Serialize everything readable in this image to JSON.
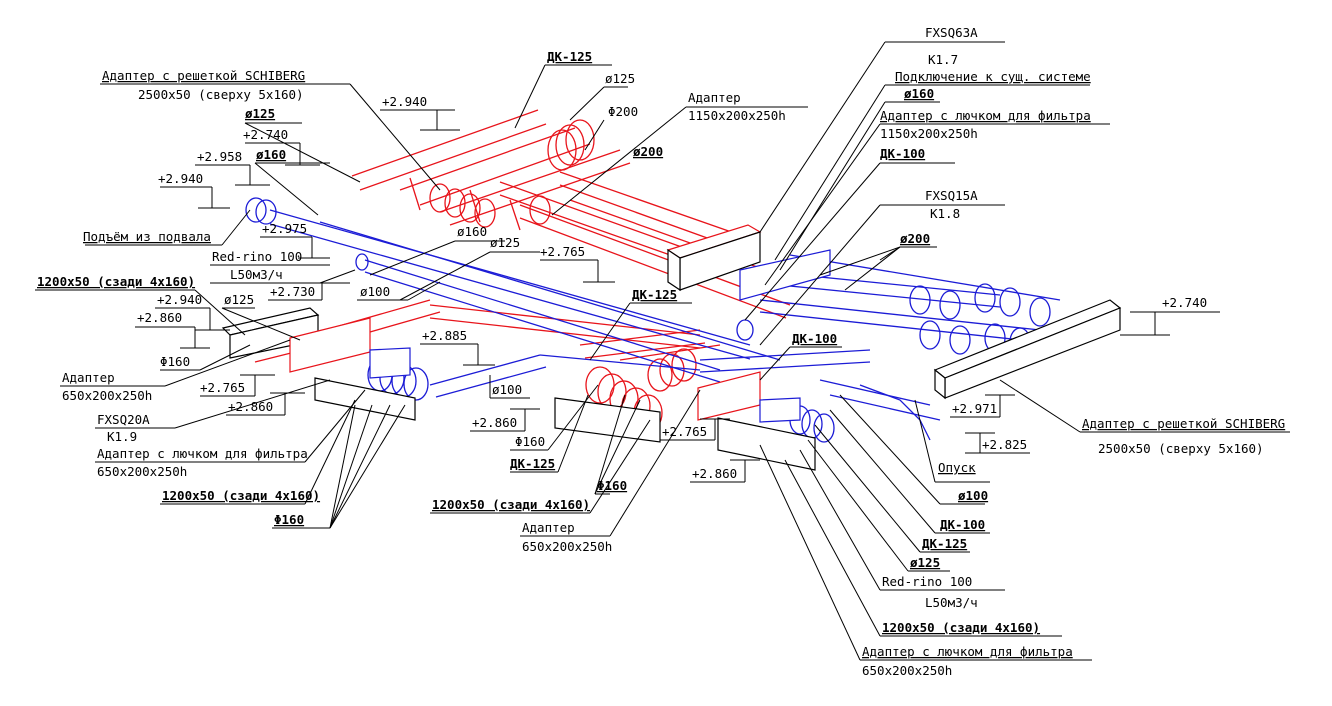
{
  "colors": {
    "supply": "#e8141b",
    "exhaust": "#1c1cd6",
    "ink": "#000000",
    "background": "#ffffff"
  },
  "labels": [
    {
      "id": "a1",
      "text": "Адаптер с решеткой SCHIBERG",
      "bold": false,
      "underline": true
    },
    {
      "id": "a2",
      "text": "2500x50 (сверху 5x160)",
      "bold": false,
      "underline": false
    },
    {
      "id": "a3",
      "text": "ДК-125",
      "bold": true,
      "underline": true
    },
    {
      "id": "a4",
      "text": "ø125",
      "bold": false,
      "underline": false
    },
    {
      "id": "a5",
      "text": "Φ200",
      "bold": false,
      "underline": false
    },
    {
      "id": "a6",
      "text": "Адаптер",
      "bold": false,
      "underline": false
    },
    {
      "id": "a7",
      "text": "1150x200x250h",
      "bold": false,
      "underline": false
    },
    {
      "id": "a8",
      "text": "FXSQ63A",
      "bold": false,
      "underline": false
    },
    {
      "id": "a9",
      "text": "К1.7",
      "bold": false,
      "underline": false
    },
    {
      "id": "a10",
      "text": "Подключение к сущ. системе",
      "bold": false,
      "underline": true
    },
    {
      "id": "a11",
      "text": "ø160",
      "bold": true,
      "underline": true
    },
    {
      "id": "a12",
      "text": "Адаптер с лючком для фильтра",
      "bold": false,
      "underline": true
    },
    {
      "id": "a13",
      "text": "1150x200x250h",
      "bold": false,
      "underline": false
    },
    {
      "id": "a14",
      "text": "ДК-100",
      "bold": true,
      "underline": true
    },
    {
      "id": "a15",
      "text": "FXSQ15A",
      "bold": false,
      "underline": false
    },
    {
      "id": "a16",
      "text": "К1.8",
      "bold": false,
      "underline": false
    },
    {
      "id": "a17",
      "text": "ø200",
      "bold": true,
      "underline": true
    },
    {
      "id": "a18",
      "text": "+2.740",
      "bold": false,
      "underline": false
    },
    {
      "id": "a19",
      "text": "+2.940",
      "bold": false,
      "underline": false
    },
    {
      "id": "a20",
      "text": "ø125",
      "bold": true,
      "underline": true
    },
    {
      "id": "a21",
      "text": "+2.740",
      "bold": false,
      "underline": false
    },
    {
      "id": "a22",
      "text": "+2.958",
      "bold": false,
      "underline": false
    },
    {
      "id": "a23",
      "text": "ø160",
      "bold": true,
      "underline": true
    },
    {
      "id": "a24",
      "text": "+2.940",
      "bold": false,
      "underline": false
    },
    {
      "id": "a25",
      "text": "ø200",
      "bold": true,
      "underline": true
    },
    {
      "id": "a26",
      "text": "Подъём из подвала",
      "bold": false,
      "underline": true
    },
    {
      "id": "a27",
      "text": "+2.975",
      "bold": false,
      "underline": false
    },
    {
      "id": "a28",
      "text": "ø160",
      "bold": false,
      "underline": false
    },
    {
      "id": "a29",
      "text": "ø125",
      "bold": false,
      "underline": false
    },
    {
      "id": "a30",
      "text": "+2.765",
      "bold": false,
      "underline": false
    },
    {
      "id": "a31",
      "text": "Red-rino  100",
      "bold": false,
      "underline": false
    },
    {
      "id": "a32",
      "text": "L50м3/ч",
      "bold": false,
      "underline": false
    },
    {
      "id": "a33",
      "text": "+2.730",
      "bold": false,
      "underline": false
    },
    {
      "id": "a34",
      "text": "ø100",
      "bold": false,
      "underline": false
    },
    {
      "id": "a35",
      "text": "1200x50 (сзади 4x160)",
      "bold": true,
      "underline": true
    },
    {
      "id": "a36",
      "text": "+2.940",
      "bold": false,
      "underline": false
    },
    {
      "id": "a37",
      "text": "ø125",
      "bold": false,
      "underline": false
    },
    {
      "id": "a38",
      "text": "+2.860",
      "bold": false,
      "underline": false
    },
    {
      "id": "a39",
      "text": "Φ160",
      "bold": false,
      "underline": false
    },
    {
      "id": "a40",
      "text": "ДК-125",
      "bold": true,
      "underline": true
    },
    {
      "id": "a41",
      "text": "+2.885",
      "bold": false,
      "underline": false
    },
    {
      "id": "a42",
      "text": "ДК-100",
      "bold": true,
      "underline": true
    },
    {
      "id": "a43",
      "text": "Адаптер",
      "bold": false,
      "underline": false
    },
    {
      "id": "a44",
      "text": "650x200x250h",
      "bold": false,
      "underline": false
    },
    {
      "id": "a45",
      "text": "+2.765",
      "bold": false,
      "underline": false
    },
    {
      "id": "a46",
      "text": "+2.860",
      "bold": false,
      "underline": false
    },
    {
      "id": "a47",
      "text": "ø100",
      "bold": false,
      "underline": false
    },
    {
      "id": "a48",
      "text": "FXSQ20A",
      "bold": false,
      "underline": false
    },
    {
      "id": "a49",
      "text": "К1.9",
      "bold": false,
      "underline": false
    },
    {
      "id": "a50",
      "text": "+2.860",
      "bold": false,
      "underline": false
    },
    {
      "id": "a51",
      "text": "Адаптер с лючком для фильтра",
      "bold": false,
      "underline": false
    },
    {
      "id": "a52",
      "text": "650x200x250h",
      "bold": false,
      "underline": false
    },
    {
      "id": "a53",
      "text": "Φ160",
      "bold": false,
      "underline": false
    },
    {
      "id": "a54",
      "text": "ДК-125",
      "bold": true,
      "underline": true
    },
    {
      "id": "a55",
      "text": "+2.765",
      "bold": false,
      "underline": false
    },
    {
      "id": "a56",
      "text": "+2.971",
      "bold": false,
      "underline": false
    },
    {
      "id": "a57",
      "text": "+2.825",
      "bold": false,
      "underline": false
    },
    {
      "id": "a58",
      "text": "Адаптер с решеткой SCHIBERG",
      "bold": false,
      "underline": true
    },
    {
      "id": "a59",
      "text": "2500x50 (сверху 5x160)",
      "bold": false,
      "underline": false
    },
    {
      "id": "a60",
      "text": "Опуск",
      "bold": false,
      "underline": true
    },
    {
      "id": "a61",
      "text": "1200x50 (сзади 4x160)",
      "bold": true,
      "underline": true
    },
    {
      "id": "a62",
      "text": "Φ160",
      "bold": true,
      "underline": true
    },
    {
      "id": "a63",
      "text": "+2.860",
      "bold": false,
      "underline": false
    },
    {
      "id": "a64",
      "text": "1200x50 (сзади 4x160)",
      "bold": true,
      "underline": true
    },
    {
      "id": "a65",
      "text": "Φ160",
      "bold": true,
      "underline": true
    },
    {
      "id": "a66",
      "text": "ø100",
      "bold": true,
      "underline": true
    },
    {
      "id": "a67",
      "text": "ДК-100",
      "bold": true,
      "underline": true
    },
    {
      "id": "a68",
      "text": "ДК-125",
      "bold": true,
      "underline": true
    },
    {
      "id": "a69",
      "text": "ø125",
      "bold": true,
      "underline": true
    },
    {
      "id": "a70",
      "text": "Адаптер",
      "bold": false,
      "underline": false
    },
    {
      "id": "a71",
      "text": "650x200x250h",
      "bold": false,
      "underline": false
    },
    {
      "id": "a72",
      "text": "Red-rino  100",
      "bold": false,
      "underline": false
    },
    {
      "id": "a73",
      "text": "L50м3/ч",
      "bold": false,
      "underline": false
    },
    {
      "id": "a74",
      "text": "1200x50 (сзади 4x160)",
      "bold": true,
      "underline": true
    },
    {
      "id": "a75",
      "text": "Адаптер с лючком для фильтра",
      "bold": false,
      "underline": true
    },
    {
      "id": "a76",
      "text": "650x200x250h",
      "bold": false,
      "underline": false
    }
  ]
}
